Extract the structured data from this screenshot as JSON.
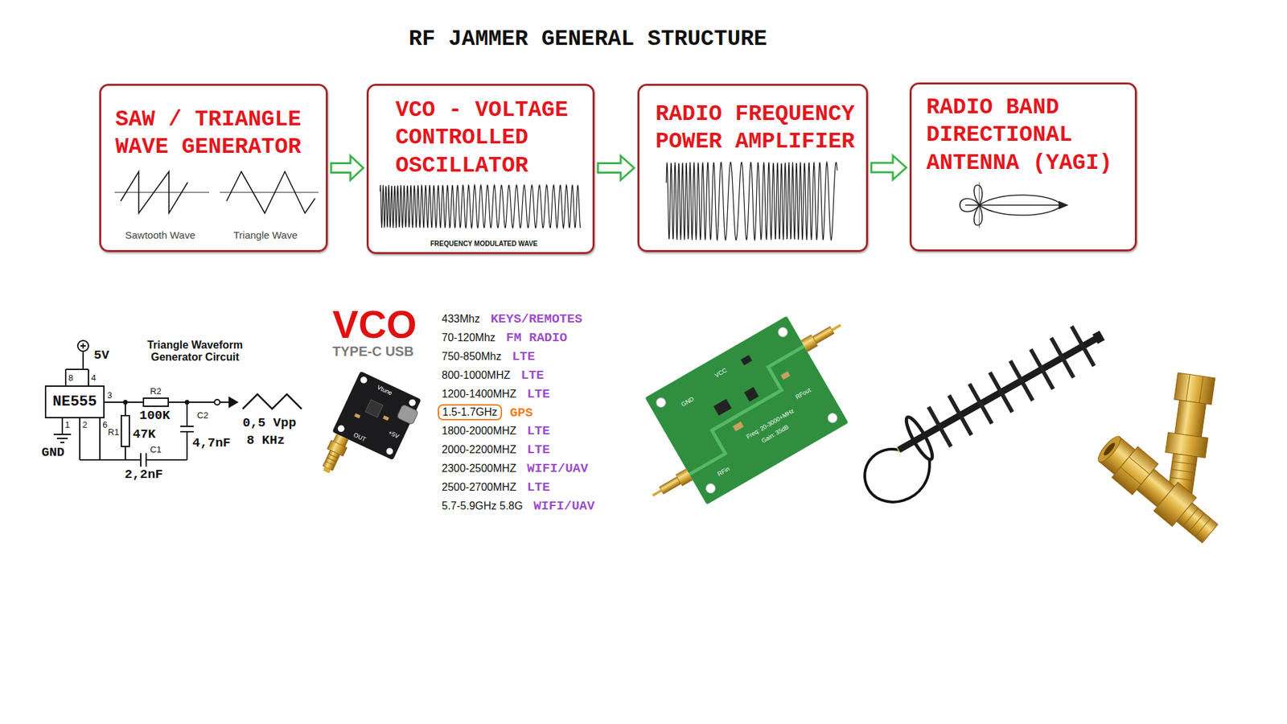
{
  "diagram": {
    "title": "RF JAMMER GENERAL STRUCTURE",
    "nodes": [
      {
        "text": [
          "SAW / TRIANGLE WAVE GENERATOR",
          "Sawtooth Wave",
          "Triangle Wave"
        ]
      },
      {
        "text": [
          "VCO - VOLTAGE CONTROLLED OSCILLATOR",
          "FREQUENCY MODULATED WAVE"
        ]
      },
      {
        "text": [
          "RADIO FREQUENCY POWER AMPLIFIER"
        ]
      },
      {
        "text": [
          "RADIO BAND DIRECTIONAL ANTENNA (YAGI)"
        ]
      },
      {
        "text": [
          "NE555"
        ]
      },
      {
        "text": [
          "1.5-1.7GHz"
        ]
      }
    ],
    "edges": [
      {
        "from": 0,
        "to": 1,
        "arrow": "to"
      },
      {
        "from": 1,
        "to": 2,
        "arrow": "to"
      },
      {
        "from": 2,
        "to": 3,
        "arrow": "to"
      }
    ],
    "labels": [
      "5V",
      "Triangle Waveform Generator Circuit",
      "8",
      "4",
      "3",
      "1",
      "2",
      "6",
      "R2",
      "100K",
      "R1",
      "47K",
      "C2",
      "4,7nF",
      "C1",
      "2,2nF",
      "GND",
      "0,5 Vpp",
      "8 KHz",
      "VCO",
      "TYPE-C USB",
      "Vtune",
      "+5V",
      "OUT",
      "433Mhz",
      "KEYS/REMOTES",
      "70-120Mhz",
      "FM RADIO",
      "750-850Mhz",
      "LTE",
      "800-1000MHZ",
      "LTE",
      "1200-1400MHZ",
      "LTE",
      "GPS",
      "1800-2000MHZ",
      "LTE",
      "2000-2200MHZ",
      "LTE",
      "2300-2500MHZ",
      "WIFI/UAV",
      "2500-2700MHZ",
      "LTE",
      "5.7-5.9GHz 5.8G",
      "WIFI/UAV",
      "GND",
      "VCC",
      "RFin",
      "RFout",
      "Freq: 20-3000+MHz",
      "Gain: 35dB"
    ]
  }
}
